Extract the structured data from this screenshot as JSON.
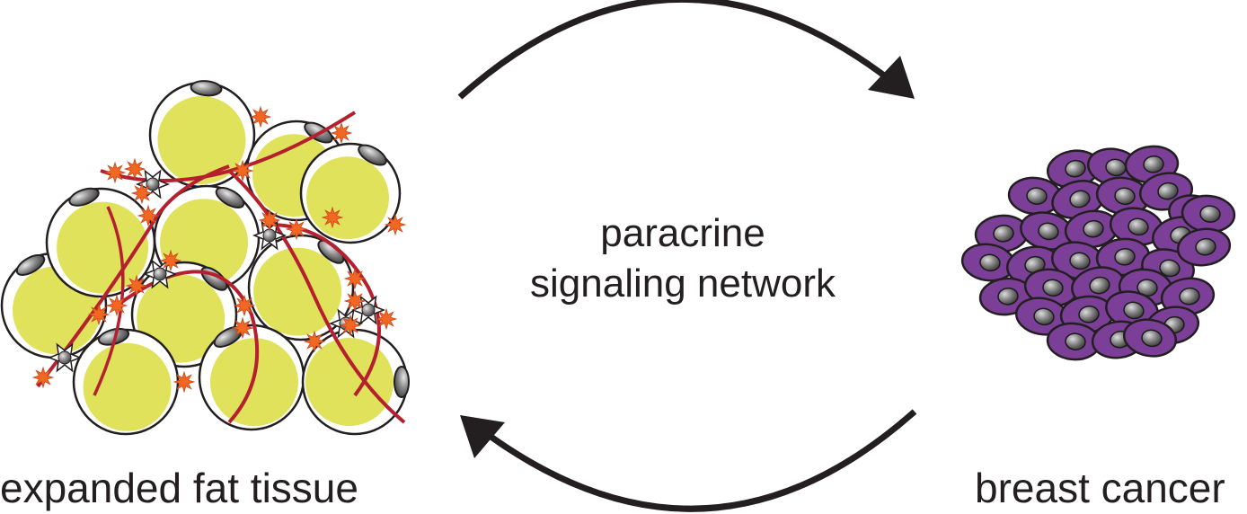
{
  "labels": {
    "fat_tissue": "expanded fat tissue",
    "cancer": "breast cancer",
    "center_line1": "paracrine",
    "center_line2": "signaling network"
  },
  "icons": {
    "adipocyte": "adipocyte-cell-icon",
    "tumor_cell": "tumor-cell-icon",
    "cytokine": "cytokine-star-icon",
    "immune_cell": "immune-cell-icon",
    "vessel": "blood-vessel-icon",
    "arrow": "curved-arrow-icon"
  },
  "colors": {
    "adipocyte_fill": "#dfe25a",
    "adipocyte_outline": "#231f20",
    "nucleus": "#8a8a8a",
    "vessel": "#b51f2e",
    "cytokine": "#f26722",
    "tumor_cell": "#7b3f98",
    "tumor_outline": "#231f20",
    "arrow": "#231f20",
    "text": "#231f20"
  }
}
